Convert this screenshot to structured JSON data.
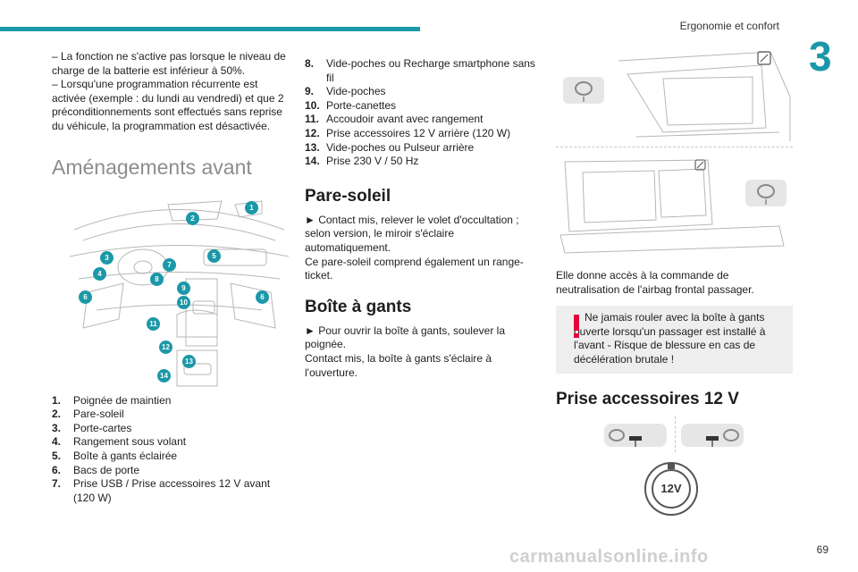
{
  "header": {
    "section": "Ergonomie et confort",
    "chapter": "3"
  },
  "col1": {
    "intro_lines": [
      "– La fonction ne s'active pas lorsque le niveau de charge de la batterie est inférieur à 50%.",
      "– Lorsqu'une programmation récurrente est activée (exemple : du lundi au vendredi) et que 2 préconditionnements sont effectués sans reprise du véhicule, la programmation est désactivée."
    ],
    "heading": "Aménagements avant",
    "callouts": [
      "1",
      "2",
      "3",
      "4",
      "5",
      "6",
      "6",
      "7",
      "8",
      "9",
      "10",
      "11",
      "12",
      "13",
      "14"
    ],
    "items": [
      {
        "num": "1.",
        "text": "Poignée de maintien"
      },
      {
        "num": "2.",
        "text": "Pare-soleil"
      },
      {
        "num": "3.",
        "text": "Porte-cartes"
      },
      {
        "num": "4.",
        "text": "Rangement sous volant"
      },
      {
        "num": "5.",
        "text": "Boîte à gants éclairée"
      },
      {
        "num": "6.",
        "text": "Bacs de porte"
      },
      {
        "num": "7.",
        "text": "Prise USB / Prise accessoires 12 V avant (120 W)"
      }
    ]
  },
  "col2": {
    "items": [
      {
        "num": "8.",
        "text": "Vide-poches ou Recharge smartphone sans fil"
      },
      {
        "num": "9.",
        "text": "Vide-poches"
      },
      {
        "num": "10.",
        "text": "Porte-canettes"
      },
      {
        "num": "11.",
        "text": "Accoudoir avant avec rangement"
      },
      {
        "num": "12.",
        "text": "Prise accessoires 12 V arrière (120 W)"
      },
      {
        "num": "13.",
        "text": "Vide-poches ou Pulseur arrière"
      },
      {
        "num": "14.",
        "text": "Prise 230 V / 50 Hz"
      }
    ],
    "sunvisor_heading": "Pare-soleil",
    "sunvisor_lines": [
      "► Contact mis, relever le volet d'occultation ; selon version, le miroir s'éclaire automatiquement.",
      "Ce pare-soleil comprend également un range-ticket."
    ],
    "glovebox_heading": "Boîte à gants",
    "glovebox_lines": [
      "► Pour ouvrir la boîte à gants, soulever la poignée.",
      "Contact mis, la boîte à gants s'éclaire à l'ouverture."
    ]
  },
  "col3": {
    "airbag_text": "Elle donne accès à la commande de neutralisation de l'airbag frontal passager.",
    "warning_text": "Ne jamais rouler avec la boîte à gants ouverte lorsqu'un passager est installé à l'avant - Risque de blessure en cas de décélération brutale !",
    "socket_heading": "Prise accessoires 12 V",
    "socket_label": "12V"
  },
  "footer": {
    "url": "carmanualsonline.info",
    "page": "69"
  },
  "colors": {
    "accent": "#1b98a8",
    "warning": "#e4003a",
    "heading_light": "#8d8d8d"
  }
}
